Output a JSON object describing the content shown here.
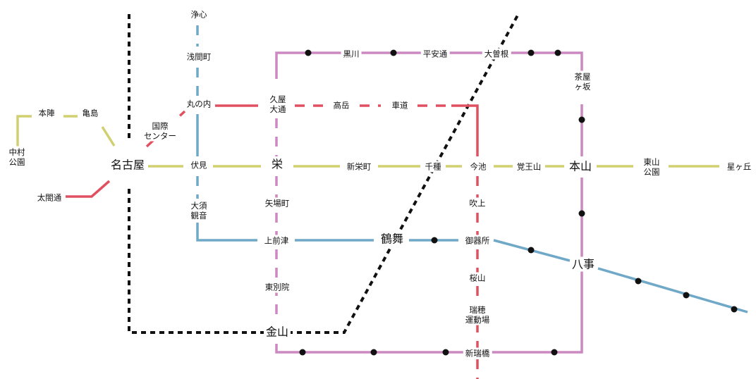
{
  "colors": {
    "higashiyama": "#d0d070",
    "meijo": "#cc88c0",
    "tsurumai": "#70a8c8",
    "sakuradori": "#e05060",
    "jr": "#111111"
  },
  "stations": {
    "nakamura_koen": "中村\n公園",
    "honjin": "本陣",
    "kameshima": "亀島",
    "nagoya": "名古屋",
    "taikodori": "太閤通",
    "kokusai_center": "国際\nセンター",
    "joshin": "浄心",
    "sengencho": "浅間町",
    "marunouchi": "丸の内",
    "fushimi": "伏見",
    "osu_kannon": "大須\n観音",
    "kamimaezu": "上前津",
    "hisaya_odori": "久屋\n大通",
    "sakae": "栄",
    "yabacho": "矢場町",
    "higashi_betsuin": "東別院",
    "kanayama": "金山",
    "takaoka": "高岳",
    "kurumamichi": "車道",
    "shinsakaemachi": "新栄町",
    "chikusa": "千種",
    "imaike": "今池",
    "kakuozan": "覚王山",
    "motoyama": "本山",
    "higashiyama_koen": "東山\n公園",
    "hoshigaoka": "星ヶ丘",
    "kurokawa": "黒川",
    "heiandori": "平安通",
    "ozone": "大曽根",
    "chayagasaka": "茶屋\nヶ坂",
    "fukiage": "吹上",
    "gokiso": "御器所",
    "tsurumai": "鶴舞",
    "sakurayama": "桜山",
    "mizuho_undojo": "瑞穂\n運動場",
    "aratama_bashi": "新瑞橋",
    "yagoto": "八事"
  }
}
